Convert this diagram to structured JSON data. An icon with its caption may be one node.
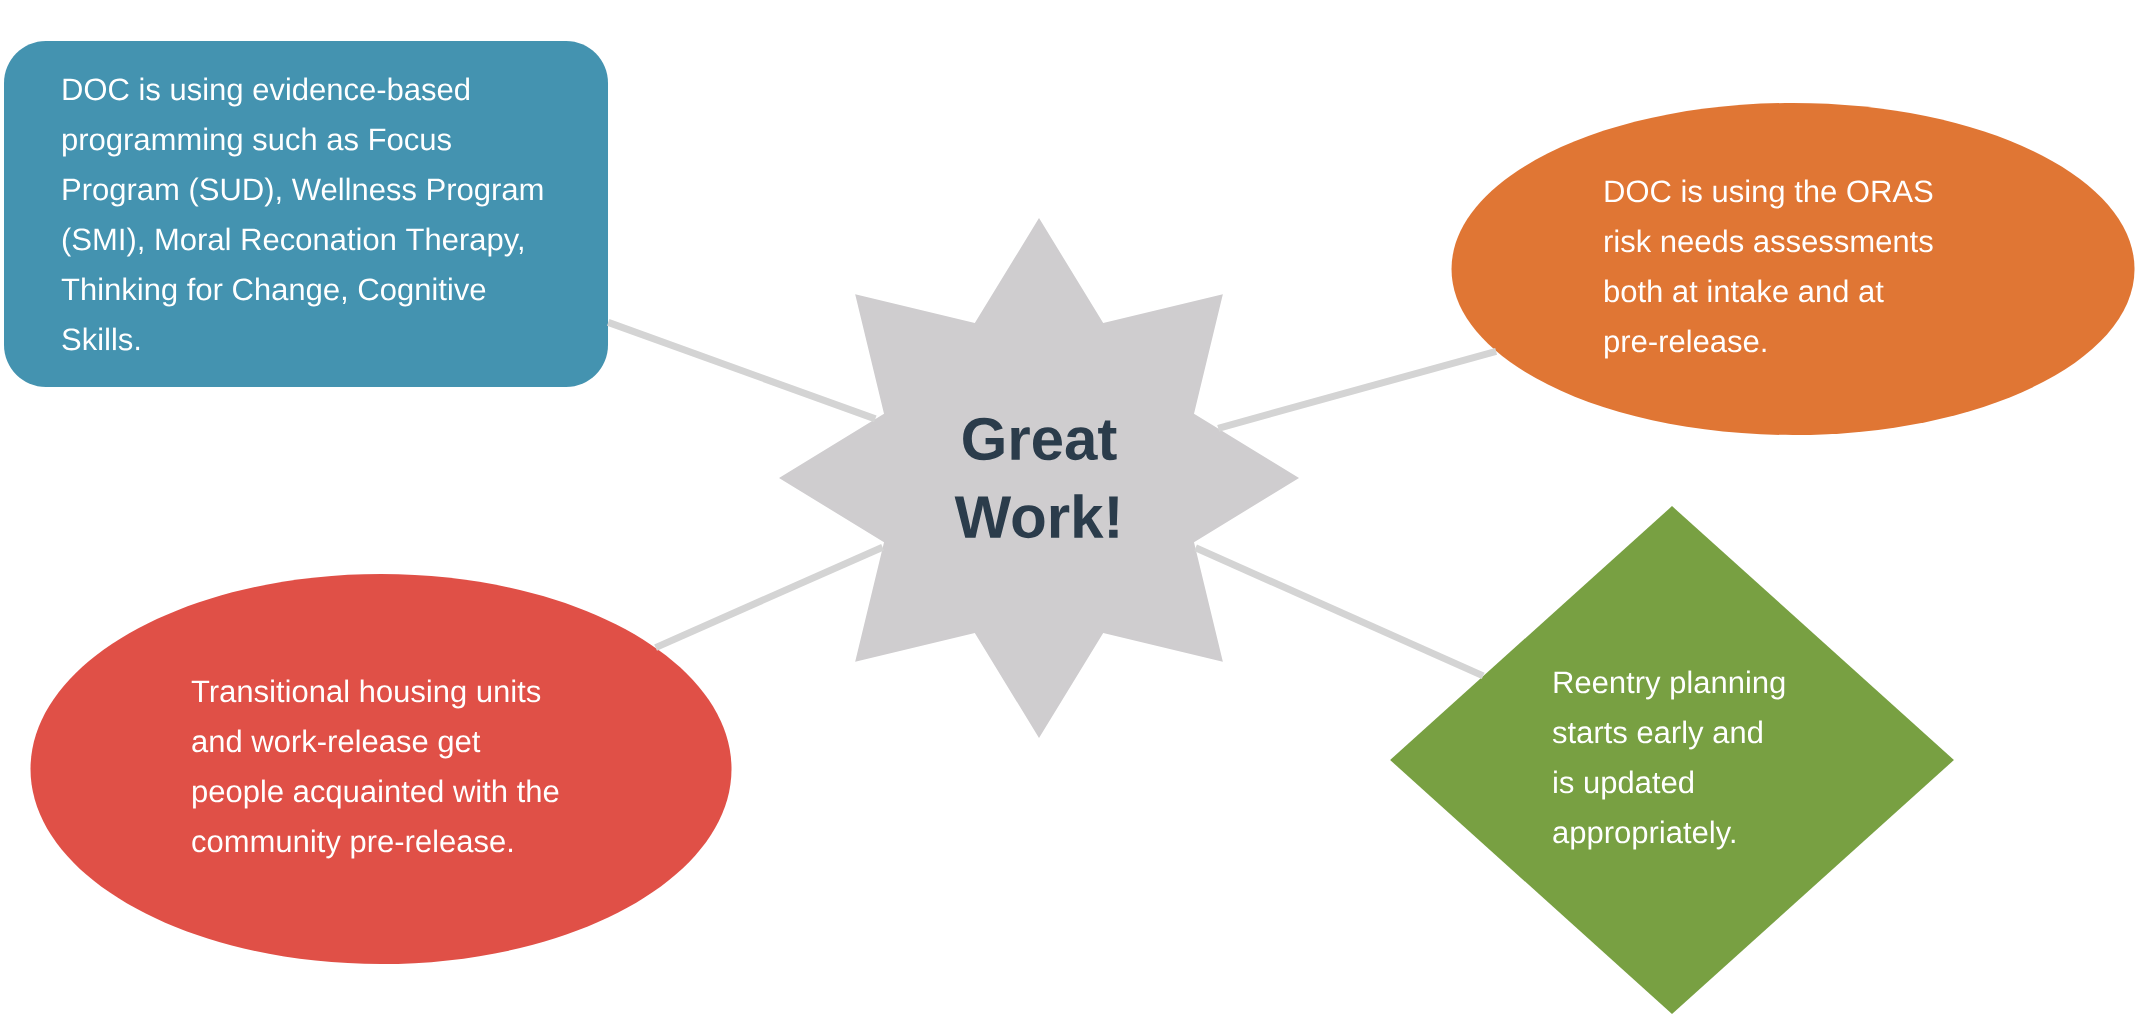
{
  "diagram": {
    "nodes": [
      {
        "text": [
          "DOC is using evidence-based programming such as Focus Program (SUD), Wellness Program (SMI), Moral Reconation Therapy, Thinking for Change, Cognitive Skills."
        ]
      },
      {
        "text": [
          "DOC is using the ORAS risk needs assessments both at intake and at pre-release."
        ]
      },
      {
        "text": [
          "Great Work!"
        ]
      },
      {
        "text": [
          "Transitional housing units and work-release get people acquainted with the community pre-release."
        ]
      },
      {
        "text": [
          "Reentry planning starts early and is updated appropriately."
        ]
      }
    ],
    "edges": [
      {
        "from": 2,
        "to": 0,
        "arrow": "none"
      },
      {
        "from": 2,
        "to": 1,
        "arrow": "none"
      },
      {
        "from": 2,
        "to": 3,
        "arrow": "none"
      },
      {
        "from": 2,
        "to": 4,
        "arrow": "none"
      }
    ]
  }
}
